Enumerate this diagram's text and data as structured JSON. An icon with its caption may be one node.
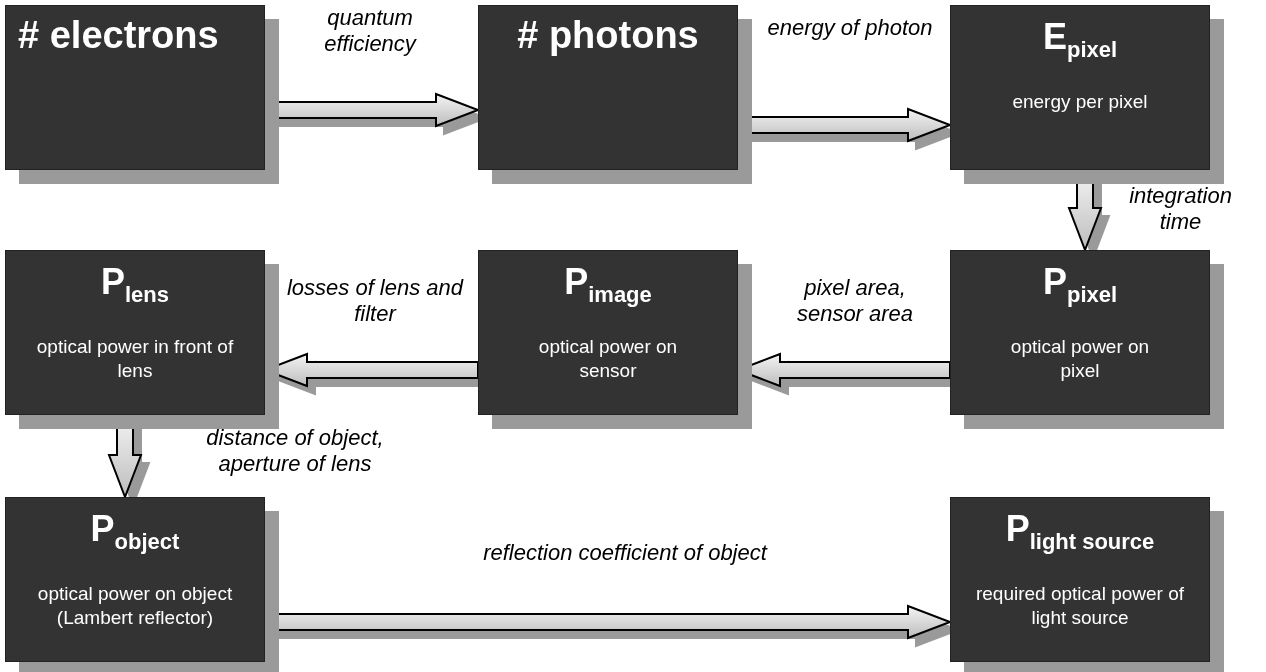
{
  "diagram": {
    "nodes": [
      {
        "text": [
          "# electrons"
        ]
      },
      {
        "text": [
          "# photons"
        ]
      },
      {
        "text": [
          "E$_{pixel}$",
          "energy per pixel"
        ]
      },
      {
        "text": [
          "P$_{lens}$",
          "optical power in front of lens"
        ]
      },
      {
        "text": [
          "P$_{image}$",
          "optical power on sensor"
        ]
      },
      {
        "text": [
          "P$_{pixel}$",
          "optical power on pixel"
        ]
      },
      {
        "text": [
          "P$_{object}$",
          "optical power on object (Lambert reflector)"
        ]
      },
      {
        "text": [
          "P$_{light source}$",
          "required optical power of light source"
        ]
      }
    ],
    "edges": [
      {
        "from": 0,
        "to": 1,
        "arrow": "to",
        "label": "quantum efficiency"
      },
      {
        "from": 1,
        "to": 2,
        "arrow": "to",
        "label": "energy of photon"
      },
      {
        "from": 2,
        "to": 5,
        "arrow": "to",
        "label": "integration time"
      },
      {
        "from": 5,
        "to": 4,
        "arrow": "to",
        "label": "pixel area, sensor area"
      },
      {
        "from": 4,
        "to": 3,
        "arrow": "to",
        "label": "losses of lens and filter"
      },
      {
        "from": 3,
        "to": 6,
        "arrow": "to",
        "label": "distance of object, aperture of lens"
      },
      {
        "from": 6,
        "to": 7,
        "arrow": "to",
        "label": "reflection coefficient of object"
      }
    ]
  }
}
